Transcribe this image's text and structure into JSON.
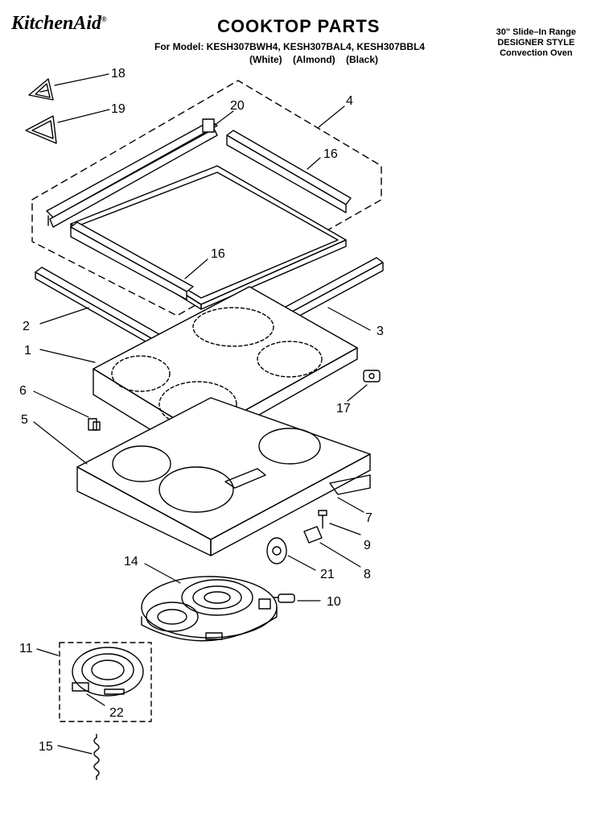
{
  "header": {
    "brand": "KitchenAid",
    "brand_mark": "®",
    "title": "COOKTOP PARTS",
    "models": "For Model: KESH307BWH4, KESH307BAL4, KESH307BBL4",
    "colors": "(White)   (Almond)   (Black)",
    "style_lines": [
      "30\" Slide–In Range",
      "DESIGNER STYLE",
      "Convection Oven"
    ]
  },
  "callouts": [
    "18",
    "19",
    "20",
    "4",
    "16",
    "16",
    "2",
    "3",
    "1",
    "6",
    "17",
    "5",
    "7",
    "9",
    "21",
    "8",
    "14",
    "10",
    "11",
    "22",
    "15"
  ]
}
